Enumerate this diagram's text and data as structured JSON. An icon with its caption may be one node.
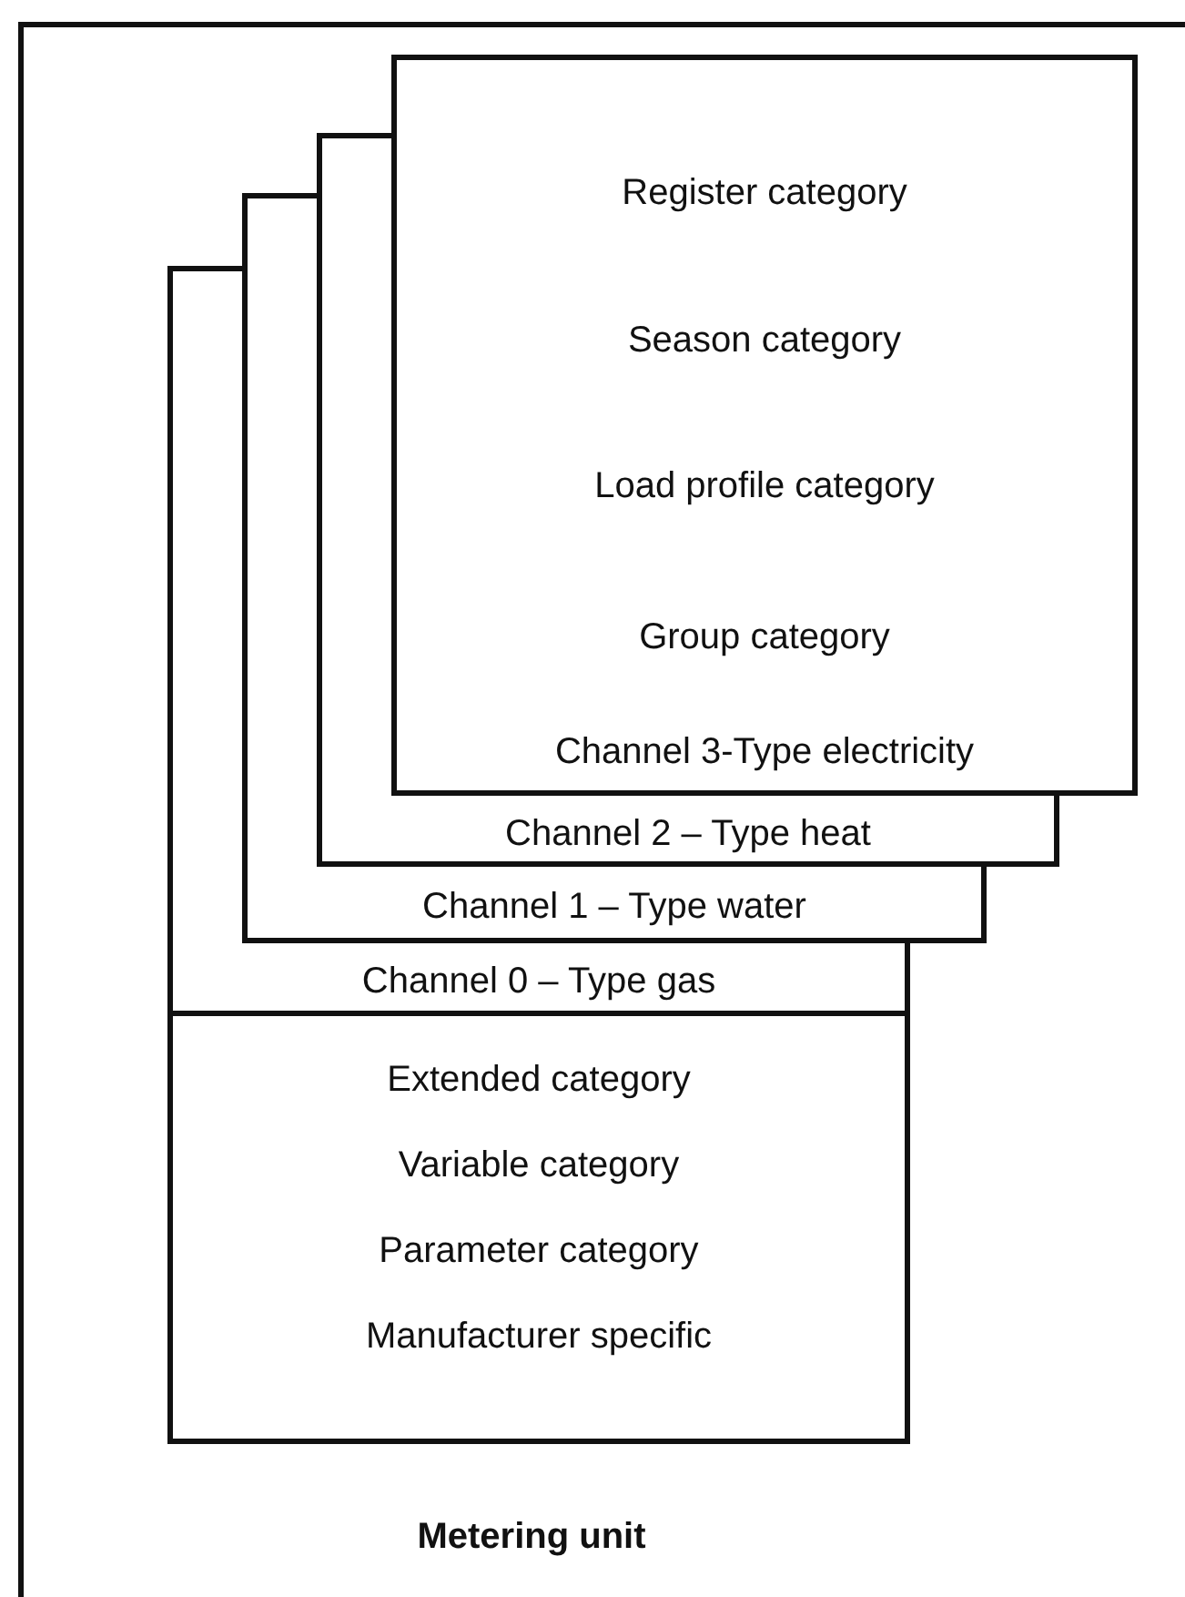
{
  "diagram": {
    "nodes": [
      {
        "text": [
          "Metering unit"
        ]
      },
      {
        "text": [
          "Register category",
          "Season category",
          "Load profile category",
          "Group category",
          "Channel 3-Type electricity"
        ],
        "in": 0
      },
      {
        "text": [
          "Channel 2 – Type heat"
        ],
        "in": 0
      },
      {
        "text": [
          "Channel 1 – Type water"
        ],
        "in": 0
      },
      {
        "text": [
          "Channel 0 – Type gas"
        ],
        "in": 0
      },
      {
        "text": [
          "Extended category",
          "Variable category",
          "Parameter category",
          "Manufacturer specific"
        ],
        "in": 0
      }
    ]
  }
}
